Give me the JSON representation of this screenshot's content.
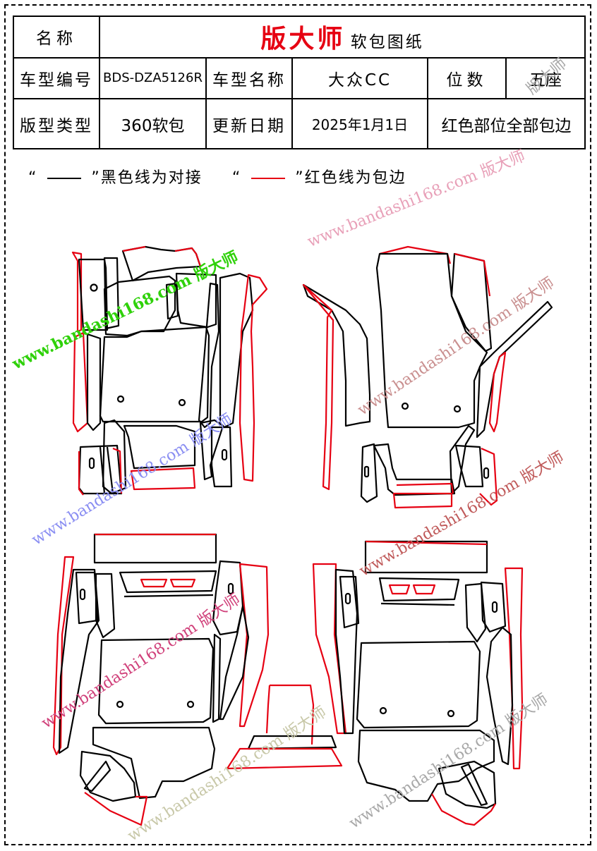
{
  "table": {
    "row1": {
      "label": "名称",
      "brand": "版大师",
      "doc": "软包图纸"
    },
    "row2": {
      "code_label": "车型编号",
      "code": "BDS-DZA5126R",
      "name_label": "车型名称",
      "name": "大众CC",
      "seats_label": "位数",
      "seats": "五座"
    },
    "row3": {
      "type_label": "版型类型",
      "type": "360软包",
      "date_label": "更新日期",
      "date": "2025年1月1日",
      "note": "红色部位全部包边"
    }
  },
  "legend": {
    "black_open": "“",
    "black_close": "”黑色线为对接",
    "red_open": "“",
    "red_close": "”红色线为包边"
  },
  "colors": {
    "black_line": "#000000",
    "red_line": "#e60012"
  },
  "watermarks": [
    {
      "text": "www.bandashi168.com 版大师",
      "color": "#2fd10a"
    },
    {
      "text": "www.bandashi168.com 版大师",
      "color": "#8a8ef2"
    },
    {
      "text": "www.bandashi168.com 版大师",
      "color": "#e8a0b8"
    },
    {
      "text": "www.bandashi168.com 版大师",
      "color": "#c98f8f"
    },
    {
      "text": "www.bandashi168.com 版大师",
      "color": "#c05a5a"
    },
    {
      "text": "www.bandashi168.com 版大师",
      "color": "#d0407a"
    },
    {
      "text": "www.bandashi168.com 版大师",
      "color": "#c8c8a8"
    },
    {
      "text": "www.bandashi168.com 版大师",
      "color": "#a8a8a8"
    },
    {
      "text": "版大师",
      "color": "#a8a8a8"
    }
  ]
}
